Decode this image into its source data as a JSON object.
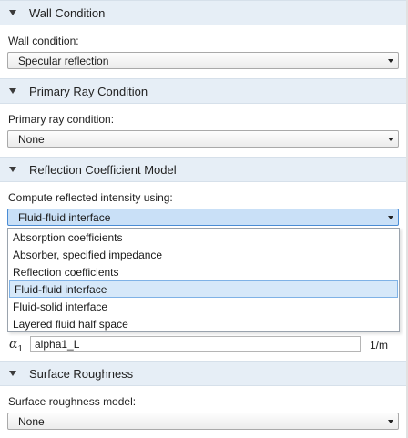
{
  "sections": {
    "wall": {
      "title": "Wall Condition",
      "field_label": "Wall condition:",
      "value": "Specular reflection"
    },
    "primary_ray": {
      "title": "Primary Ray Condition",
      "field_label": "Primary ray condition:",
      "value": "None"
    },
    "reflection": {
      "title": "Reflection Coefficient Model",
      "field_label": "Compute reflected intensity using:",
      "value": "Fluid-fluid interface",
      "options": [
        "Absorption coefficients",
        "Absorber, specified impedance",
        "Reflection coefficients",
        "Fluid-fluid interface",
        "Fluid-solid interface",
        "Layered fluid half space"
      ],
      "alpha": {
        "symbol": "α",
        "subscript": "1",
        "value": "alpha1_L",
        "unit": "1/m"
      }
    },
    "roughness": {
      "title": "Surface Roughness",
      "field_label": "Surface roughness model:",
      "value": "None"
    }
  },
  "colors": {
    "header_bg": "#e6eef6",
    "active_combo": "#c9e0f7",
    "selected_item": "#d6e8f9"
  },
  "icons": {
    "collapse": "triangle-down-icon",
    "combo": "chevron-down-icon"
  }
}
